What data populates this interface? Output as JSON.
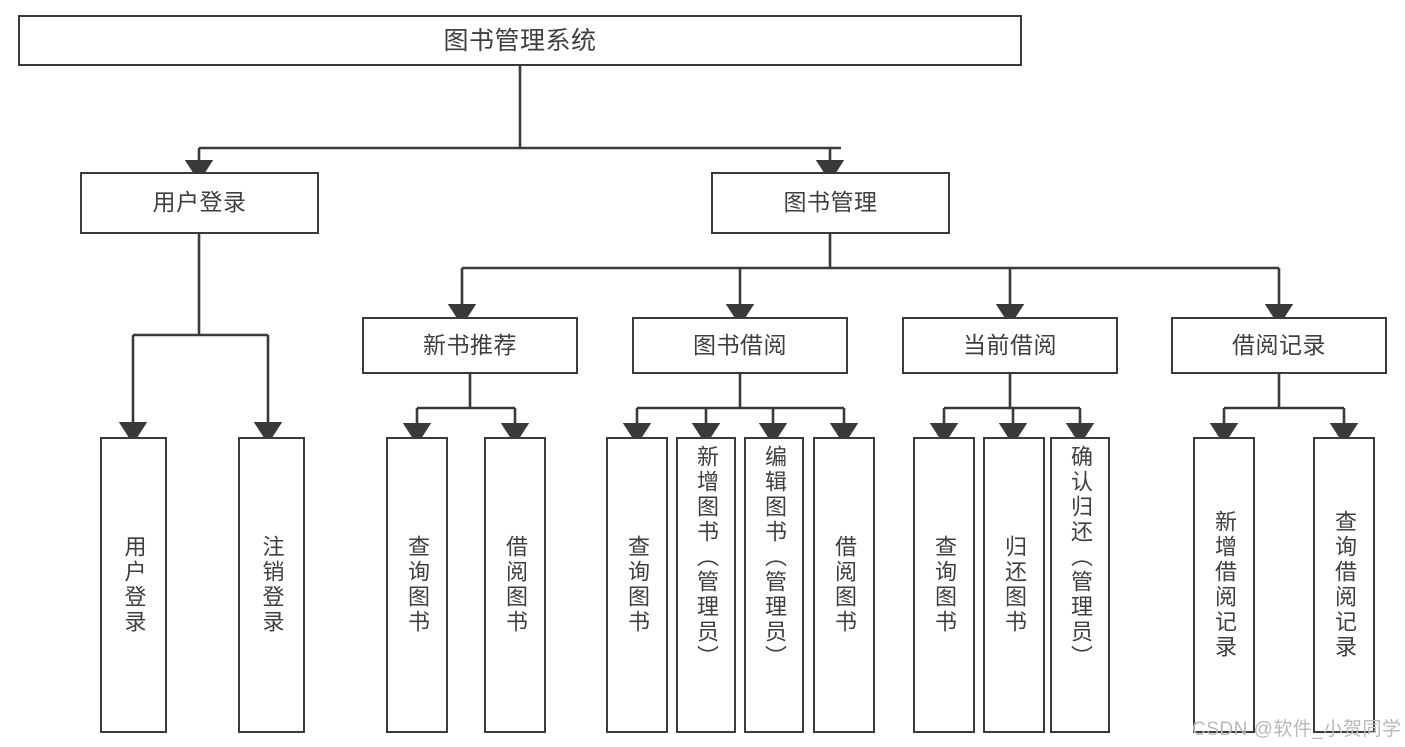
{
  "diagram": {
    "type": "tree-hierarchy-chart",
    "title": "图书管理系统",
    "stroke_color": "#3a3a3a",
    "text_color": "#3f3f3f",
    "background_color": "#ffffff",
    "root": {
      "id": "root",
      "label": "图书管理系统"
    },
    "level2": [
      {
        "id": "user-login",
        "label": "用户登录"
      },
      {
        "id": "book-manage",
        "label": "图书管理"
      }
    ],
    "level3": [
      {
        "id": "new-book-recommend",
        "label": "新书推荐",
        "parent": "book-manage"
      },
      {
        "id": "book-borrow",
        "label": "图书借阅",
        "parent": "book-manage"
      },
      {
        "id": "current-borrow",
        "label": "当前借阅",
        "parent": "book-manage"
      },
      {
        "id": "borrow-record",
        "label": "借阅记录",
        "parent": "book-manage"
      }
    ],
    "leaves": {
      "user_login": [
        {
          "id": "leaf-user-login",
          "label": "用户登录"
        },
        {
          "id": "leaf-user-logout",
          "label": "注销登录"
        }
      ],
      "new_book_recommend": [
        {
          "id": "leaf-query-book-1",
          "label": "查询图书"
        },
        {
          "id": "leaf-borrow-book-1",
          "label": "借阅图书"
        }
      ],
      "book_borrow": [
        {
          "id": "leaf-query-book-2",
          "label": "查询图书"
        },
        {
          "id": "leaf-add-book",
          "label": "新增图书（管理员）"
        },
        {
          "id": "leaf-edit-book",
          "label": "编辑图书（管理员）"
        },
        {
          "id": "leaf-borrow-book-2",
          "label": "借阅图书"
        }
      ],
      "current_borrow": [
        {
          "id": "leaf-query-book-3",
          "label": "查询图书"
        },
        {
          "id": "leaf-return-book",
          "label": "归还图书"
        },
        {
          "id": "leaf-confirm-return",
          "label": "确认归还（管理员）"
        }
      ],
      "borrow_record": [
        {
          "id": "leaf-add-record",
          "label": "新增借阅记录"
        },
        {
          "id": "leaf-query-record",
          "label": "查询借阅记录"
        }
      ]
    }
  },
  "watermark": {
    "text": "CSDN @软件_小贺同学",
    "color": "#b9b9b9"
  }
}
